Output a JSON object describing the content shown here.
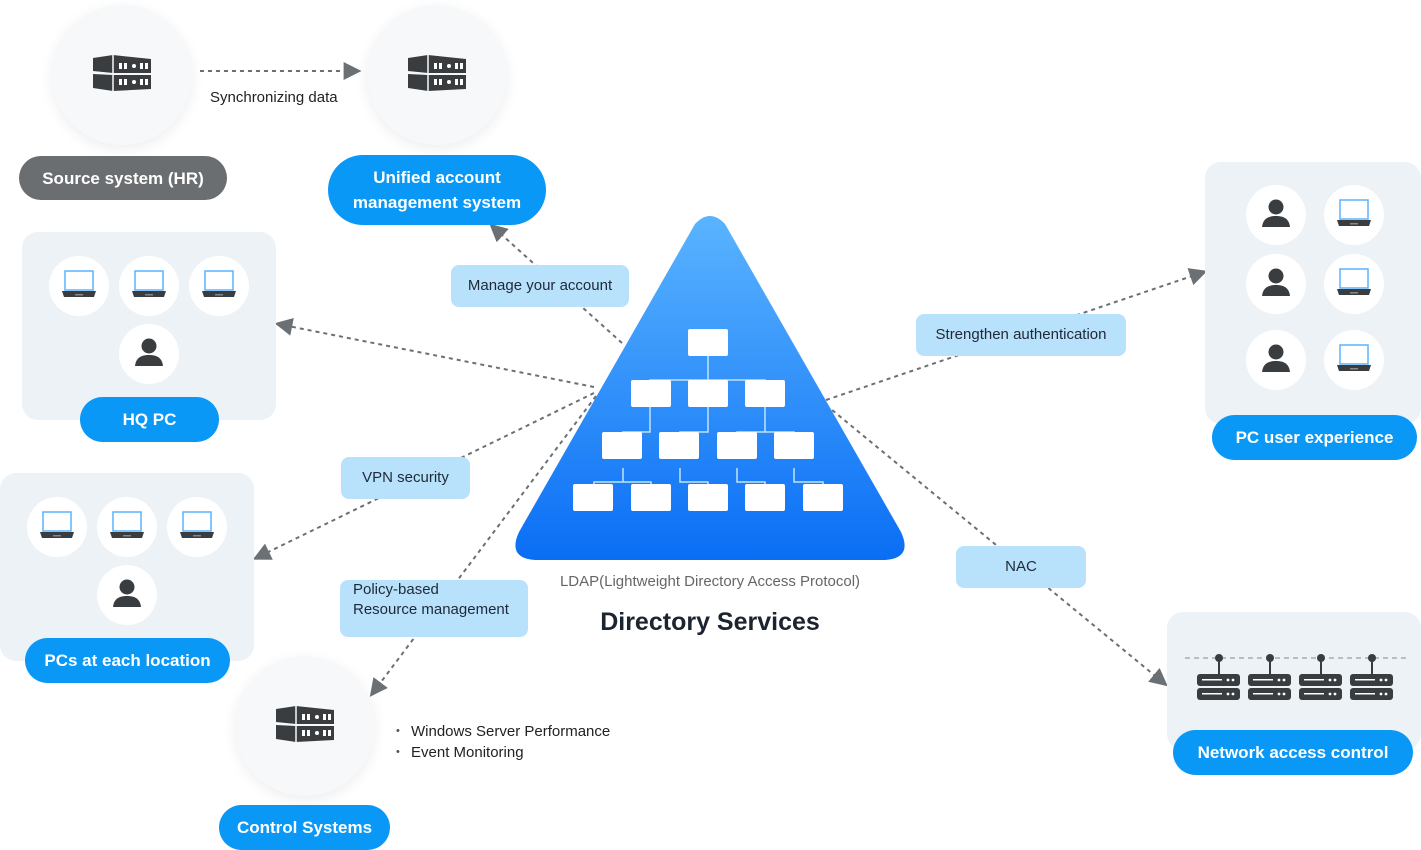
{
  "colors": {
    "accent_blue": "#0a98f6",
    "gray_pill": "#6b6e71",
    "tag_bg": "#b8e1fc",
    "panel_bg": "#edf2f7",
    "pyramid_top": "#5ab4ff",
    "pyramid_bottom": "#0a6ef5",
    "icon_dark": "#3a3d40",
    "connector": "#6b7075"
  },
  "nodes": {
    "source_system": {
      "label": "Source system (HR)",
      "icon": "server-icon"
    },
    "unified_account": {
      "label_line1": "Unified account",
      "label_line2": "management system",
      "icon": "server-icon"
    },
    "hq_pc": {
      "label": "HQ PC",
      "icons": [
        "laptop-icon",
        "laptop-icon",
        "laptop-icon",
        "user-icon"
      ]
    },
    "pcs_each_location": {
      "label": "PCs at each location",
      "icons": [
        "laptop-icon",
        "laptop-icon",
        "laptop-icon",
        "user-icon"
      ]
    },
    "control_systems": {
      "label": "Control Systems",
      "icon": "server-icon",
      "bullets": [
        "Windows Server Performance",
        "Event Monitoring"
      ]
    },
    "pc_user_experience": {
      "label": "PC user experience",
      "icons": [
        "user-icon",
        "laptop-icon",
        "user-icon",
        "laptop-icon",
        "user-icon",
        "laptop-icon"
      ]
    },
    "network_access_control": {
      "label": "Network access control",
      "icons": [
        "rack-server-icon",
        "rack-server-icon",
        "rack-server-icon",
        "rack-server-icon"
      ]
    }
  },
  "connections": {
    "sync": "Synchronizing data",
    "manage_account": "Manage your account",
    "vpn": "VPN security",
    "policy_line1": "Policy-based",
    "policy_line2": "Resource management",
    "strengthen_auth": "Strengthen authentication",
    "nac": "NAC"
  },
  "center": {
    "subtitle": "LDAP(Lightweight Directory Access Protocol)",
    "title": "Directory Services",
    "icon": "directory-tree-icon"
  }
}
